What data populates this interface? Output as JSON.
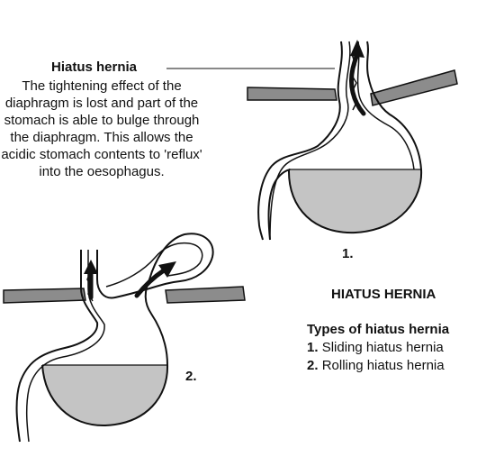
{
  "callout": {
    "title": "Hiatus hernia",
    "body": "The tightening effect of the diaphragm is lost and part of the stomach is able to bulge through the diaphragm. This allows the acidic stomach contents to 'reflux' into the oesophagus."
  },
  "diagram_labels": {
    "figure_1": "1.",
    "figure_2": "2."
  },
  "main_title": "HIATUS HERNIA",
  "types": {
    "heading": "Types of hiatus hernia",
    "items": [
      {
        "number": "1.",
        "label": "Sliding hiatus hernia"
      },
      {
        "number": "2.",
        "label": "Rolling hiatus hernia"
      }
    ]
  },
  "colors": {
    "diaphragm_fill": "#8c8c8c",
    "stomach_contents": "#c4c4c4",
    "outline": "#111111"
  }
}
